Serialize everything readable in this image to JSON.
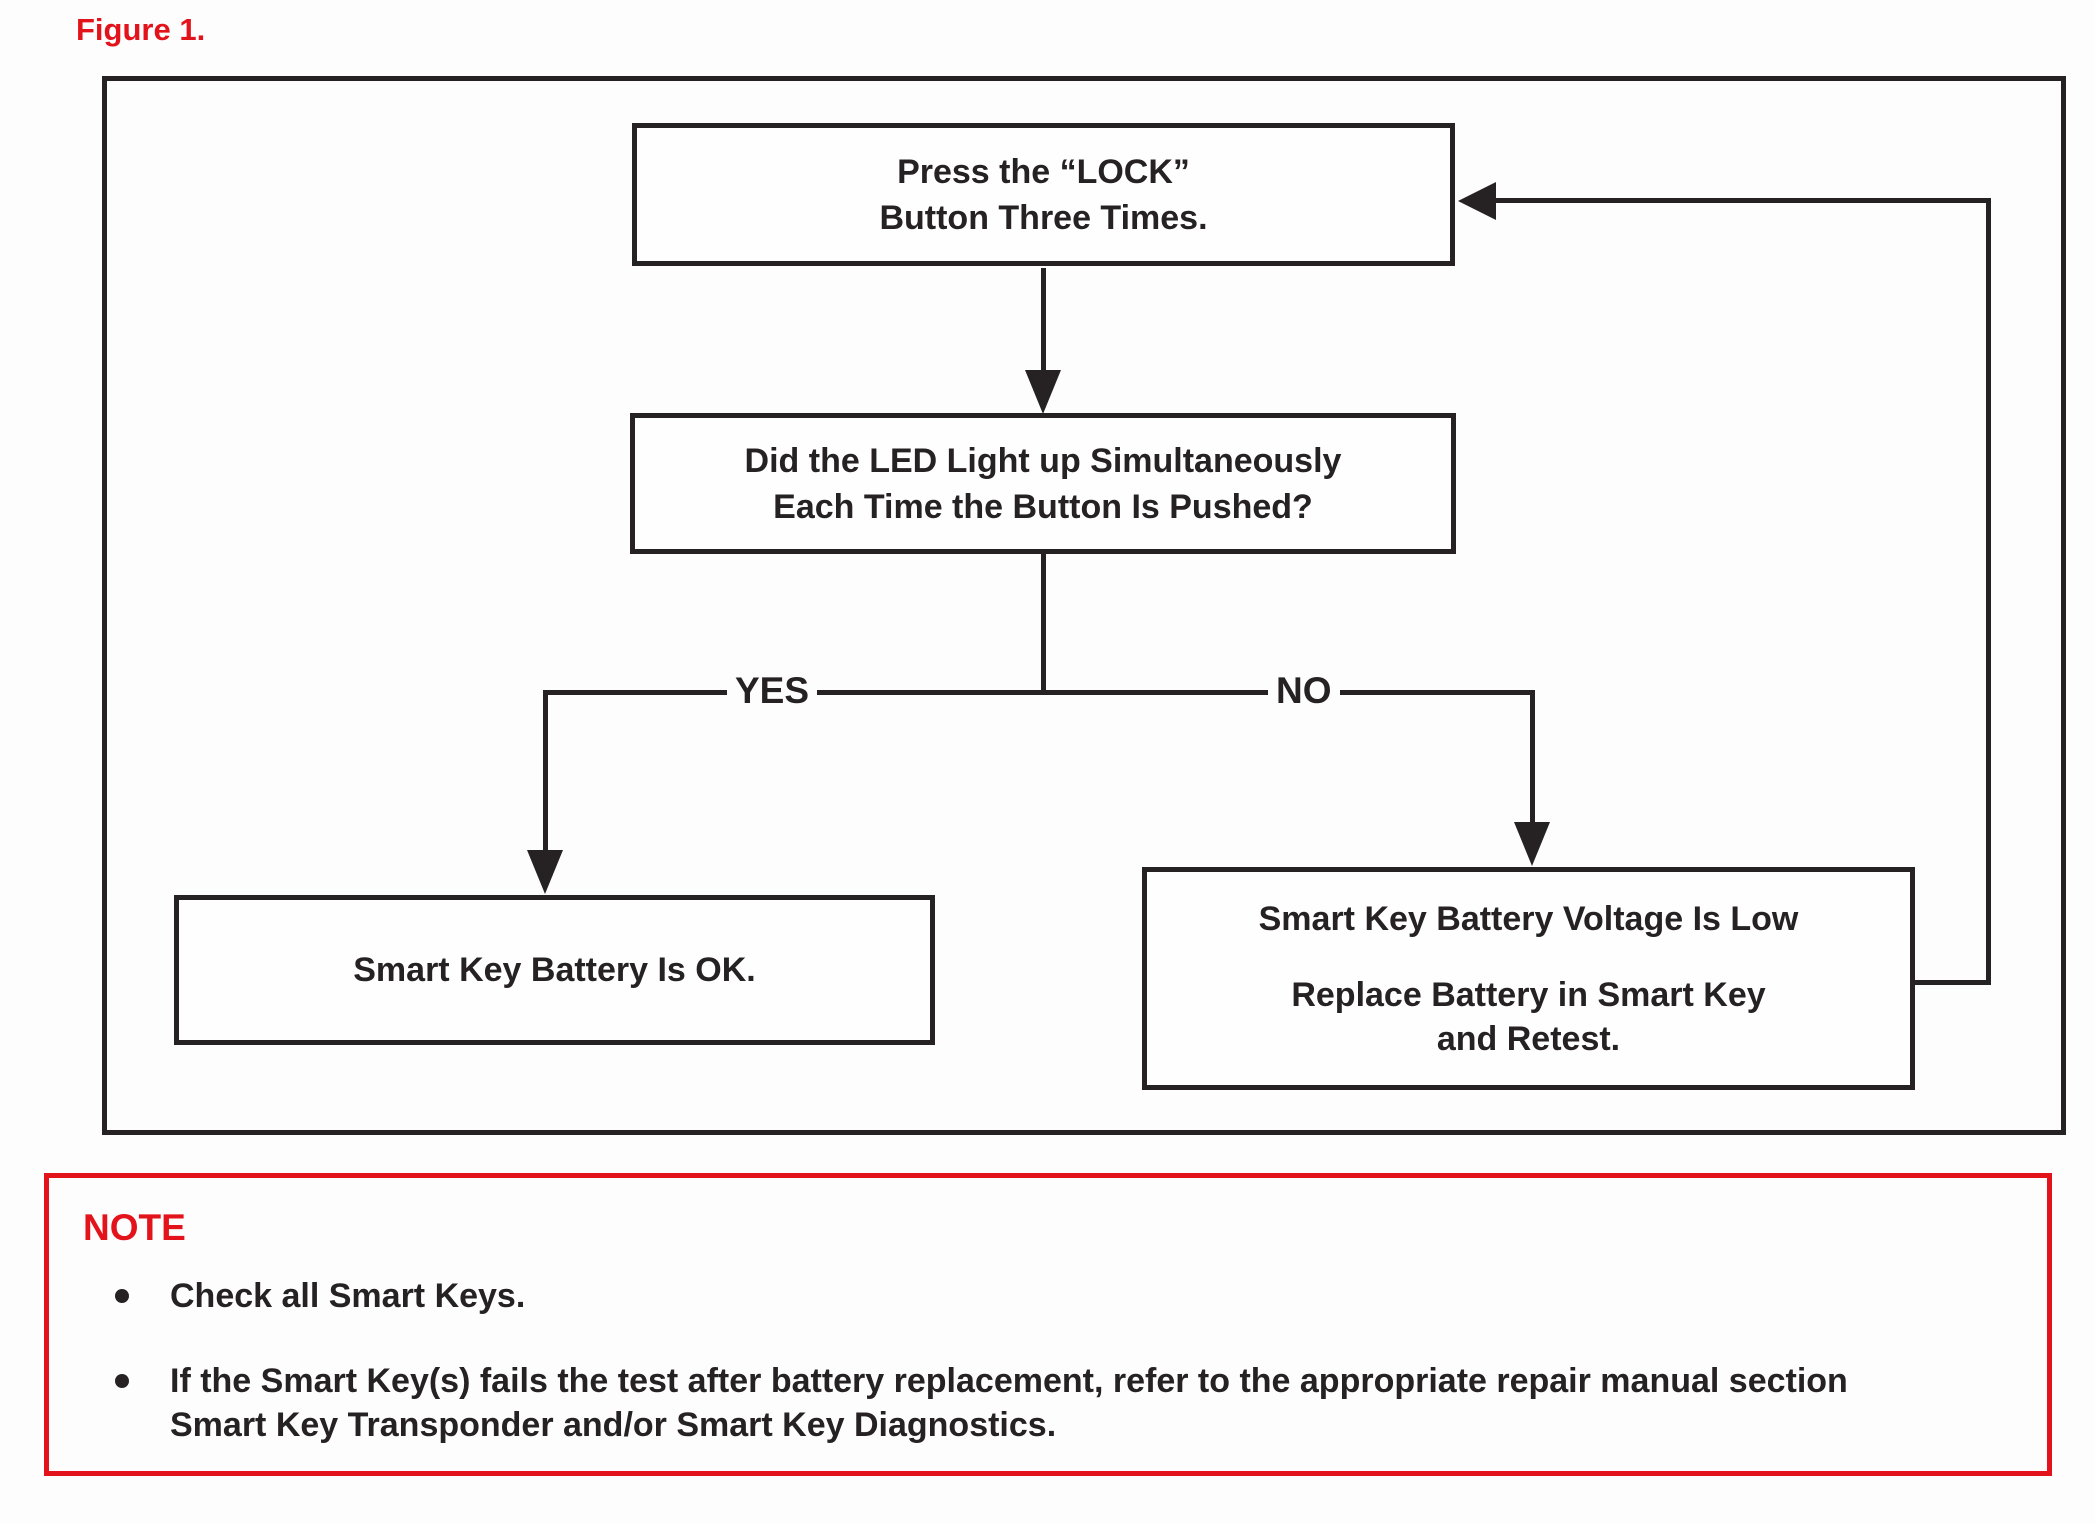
{
  "figure_label": "Figure 1.",
  "flowchart": {
    "step1": {
      "lines": [
        "Press the “LOCK”",
        "Button Three Times."
      ]
    },
    "decision": {
      "lines": [
        "Did the LED Light up Simultaneously",
        "Each Time the Button Is Pushed?"
      ]
    },
    "branch_yes_label": "YES",
    "branch_no_label": "NO",
    "result_yes": {
      "text": "Smart Key Battery Is OK."
    },
    "result_no": {
      "lines": [
        "Smart Key Battery Voltage Is Low",
        "Replace Battery in Smart Key",
        "and Retest."
      ]
    }
  },
  "note": {
    "title": "NOTE",
    "bullets": [
      "Check all Smart Keys.",
      "If the Smart Key(s) fails the test after battery replacement, refer to the appropriate repair manual section Smart Key Transponder and/or Smart Key Diagnostics."
    ]
  },
  "colors": {
    "accent_red": "#e3131b",
    "line_black": "#262223"
  }
}
